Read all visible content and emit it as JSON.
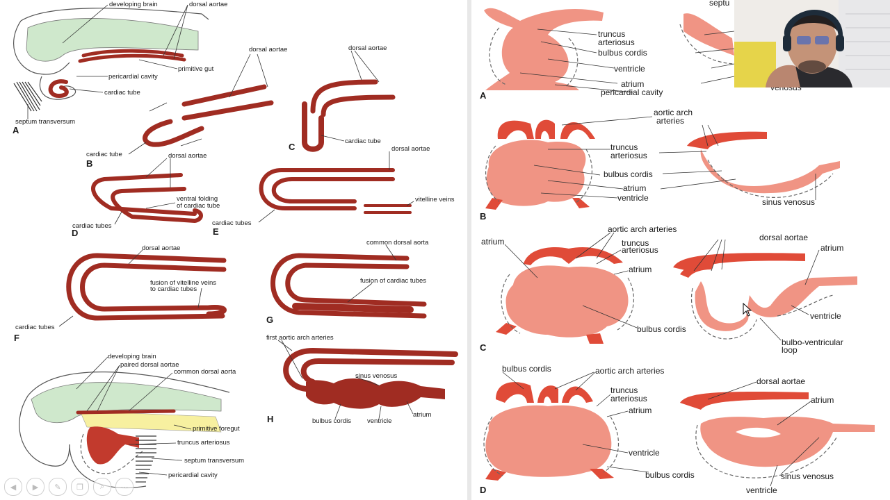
{
  "left_figure": {
    "panel_a": {
      "letter": "A",
      "labels": [
        "developing brain",
        "dorsal aortae",
        "primitive gut",
        "pericardial cavity",
        "cardiac tube",
        "septum transversum"
      ]
    },
    "panel_b": {
      "letter": "B",
      "labels": [
        "dorsal aortae",
        "cardiac tube"
      ]
    },
    "panel_c": {
      "letter": "C",
      "labels": [
        "dorsal aortae",
        "cardiac tube"
      ]
    },
    "panel_d": {
      "letter": "D",
      "labels": [
        "dorsal aortae",
        "ventral folding",
        "of cardiac tube",
        "cardiac tubes"
      ]
    },
    "panel_e": {
      "letter": "E",
      "labels": [
        "dorsal aortae",
        "vitelline veins",
        "cardiac tubes"
      ]
    },
    "panel_f": {
      "letter": "F",
      "labels": [
        "dorsal aortae",
        "fusion of vitelline veins",
        "to cardiac tubes",
        "cardiac tubes"
      ]
    },
    "panel_g": {
      "letter": "G",
      "labels": [
        "common dorsal aorta",
        "fusion of cardiac tubes"
      ]
    },
    "panel_h": {
      "letter": "H",
      "labels": [
        "first aortic arch arteries",
        "sinus venosus",
        "bulbus cordis",
        "ventricle",
        "atrium"
      ]
    },
    "panel_bottom": {
      "labels": [
        "developing brain",
        "paired dorsal aortae",
        "common dorsal aorta",
        "primitive foregut",
        "truncus arteriosus",
        "septum transversum",
        "pericardial cavity"
      ]
    }
  },
  "right_figure": {
    "panel_a": {
      "letter": "A",
      "labels": [
        "truncus",
        "arteriosus",
        "bulbus cordis",
        "ventricle",
        "atrium",
        "pericardial cavity",
        "septu",
        "venosus"
      ]
    },
    "panel_b": {
      "letter": "B",
      "labels": [
        "aortic arch",
        "arteries",
        "truncus",
        "arteriosus",
        "bulbus cordis",
        "atrium",
        "ventricle",
        "sinus venosus"
      ]
    },
    "panel_c": {
      "letter": "C",
      "labels": [
        "atrium",
        "aortic arch arteries",
        "truncus",
        "arteriosus",
        "atrium",
        "dorsal aortae",
        "atrium",
        "bulbus cordis",
        "ventricle",
        "bulbo-ventricular",
        "loop"
      ]
    },
    "panel_d": {
      "letter": "D",
      "labels": [
        "bulbus cordis",
        "aortic arch arteries",
        "truncus",
        "arteriosus",
        "atrium",
        "ventricle",
        "bulbus cordis",
        "dorsal aortae",
        "atrium",
        "sinus venosus",
        "ventricle"
      ]
    }
  },
  "player_controls": [
    {
      "name": "previous",
      "glyph": "◀"
    },
    {
      "name": "next",
      "glyph": "▶"
    },
    {
      "name": "pen",
      "glyph": "✎"
    },
    {
      "name": "copy",
      "glyph": "❐"
    },
    {
      "name": "zoom",
      "glyph": "⌕"
    },
    {
      "name": "more",
      "glyph": "⋯"
    }
  ],
  "colors": {
    "vessel_dark": "#a02c22",
    "heart_fill": "#f09484",
    "vessel_bright": "#e04b38",
    "brain_green": "#cfe8cc",
    "foregut_yellow": "#f7f0a0"
  }
}
